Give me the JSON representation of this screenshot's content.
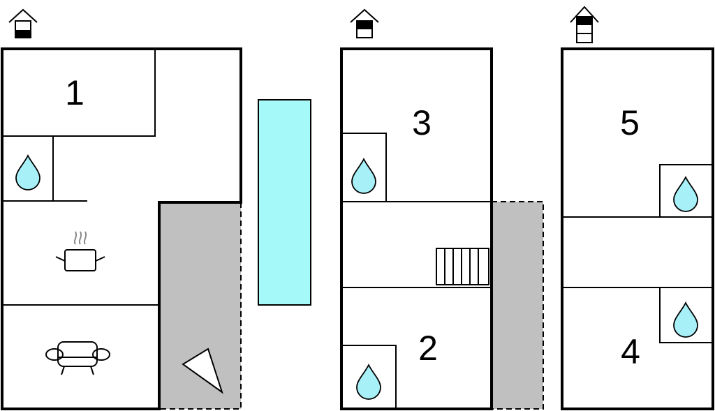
{
  "rooms": {
    "r1": "1",
    "r2": "2",
    "r3": "3",
    "r4": "4",
    "r5": "5"
  },
  "colors": {
    "pool": "#a6f9f9",
    "terrace": "#c0c0c0",
    "water": "#a8f0f8"
  },
  "icons": [
    "house-floor-icon",
    "water-drop-icon",
    "cooking-pot-icon",
    "sofa-icon",
    "stairs-icon",
    "compass-icon"
  ]
}
